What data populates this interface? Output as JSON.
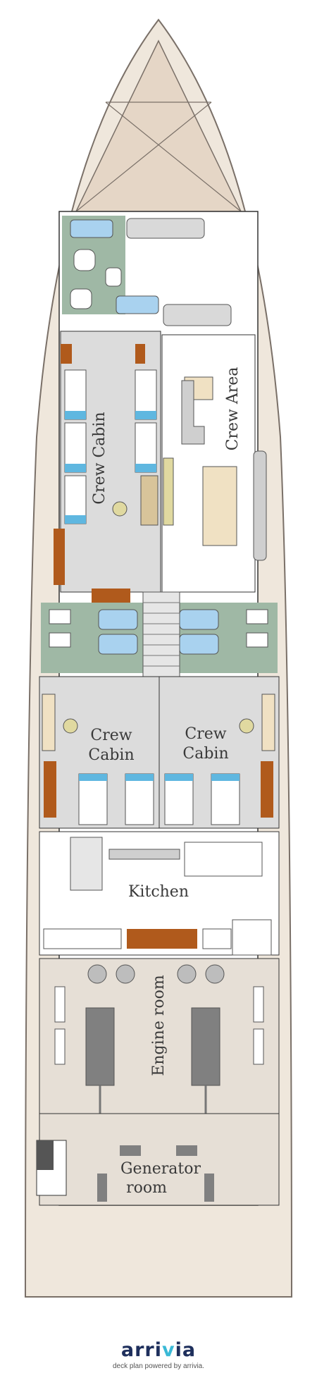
{
  "rooms": {
    "crew_cabin_upper": "Crew Cabin",
    "crew_area": "Crew Area",
    "crew_cabin_left_line1": "Crew",
    "crew_cabin_left_line2": "Cabin",
    "crew_cabin_right_line1": "Crew",
    "crew_cabin_right_line2": "Cabin",
    "kitchen": "Kitchen",
    "engine_room": "Engine room",
    "generator_line1": "Generator",
    "generator_line2": "room"
  },
  "footer": {
    "brand_part1": "arri",
    "brand_accent": "v",
    "brand_part2": "ia",
    "powered_by": "deck plan powered by arrivia."
  },
  "colors": {
    "hull": "#efe7dc",
    "hull_stroke": "#7a7068",
    "crew_gray": "#dcdcdc",
    "bath_green": "#9fb8a5",
    "engine_beige": "#e6dfd6",
    "wood": "#b05a1c",
    "bed_blue": "#5fb7e0",
    "fixture_gray": "#cfcfcf",
    "brand_navy": "#1e2f5c",
    "brand_cyan": "#3ab9d6"
  }
}
